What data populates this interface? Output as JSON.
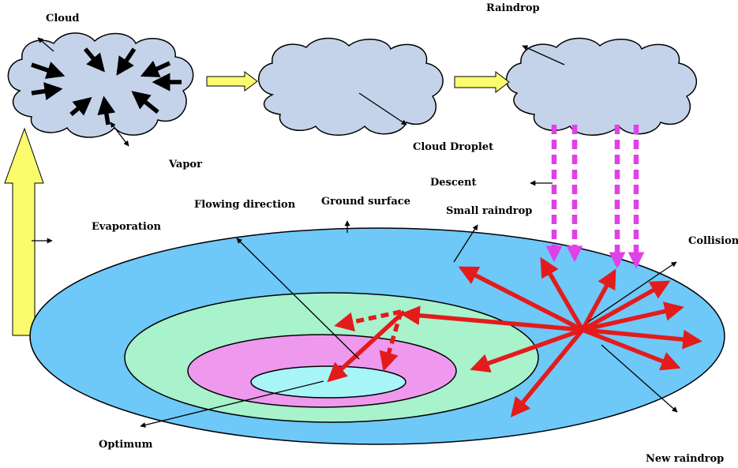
{
  "labels": {
    "cloud": "Cloud",
    "raindrop": "Raindrop",
    "cloud_droplet": "Cloud Droplet",
    "vapor": "Vapor",
    "descent": "Descent",
    "flowing_direction": "Flowing direction",
    "ground_surface": "Ground surface",
    "small_raindrop": "Small raindrop",
    "evaporation": "Evaporation",
    "collision": "Collision",
    "optimum": "Optimum",
    "new_raindrop": "New raindrop"
  },
  "colors": {
    "cloud_fill": "#c5d3ea",
    "outer_zone": "#6ec8f8",
    "middle_zone": "#a8f2cc",
    "inner_zone": "#ee99ee",
    "center_zone": "#a8f5f8",
    "flow_arrow": "#fbfb6e",
    "descent_arrow": "#e040e8",
    "collision_arrow": "#e31b1b",
    "pointer": "#000000"
  }
}
